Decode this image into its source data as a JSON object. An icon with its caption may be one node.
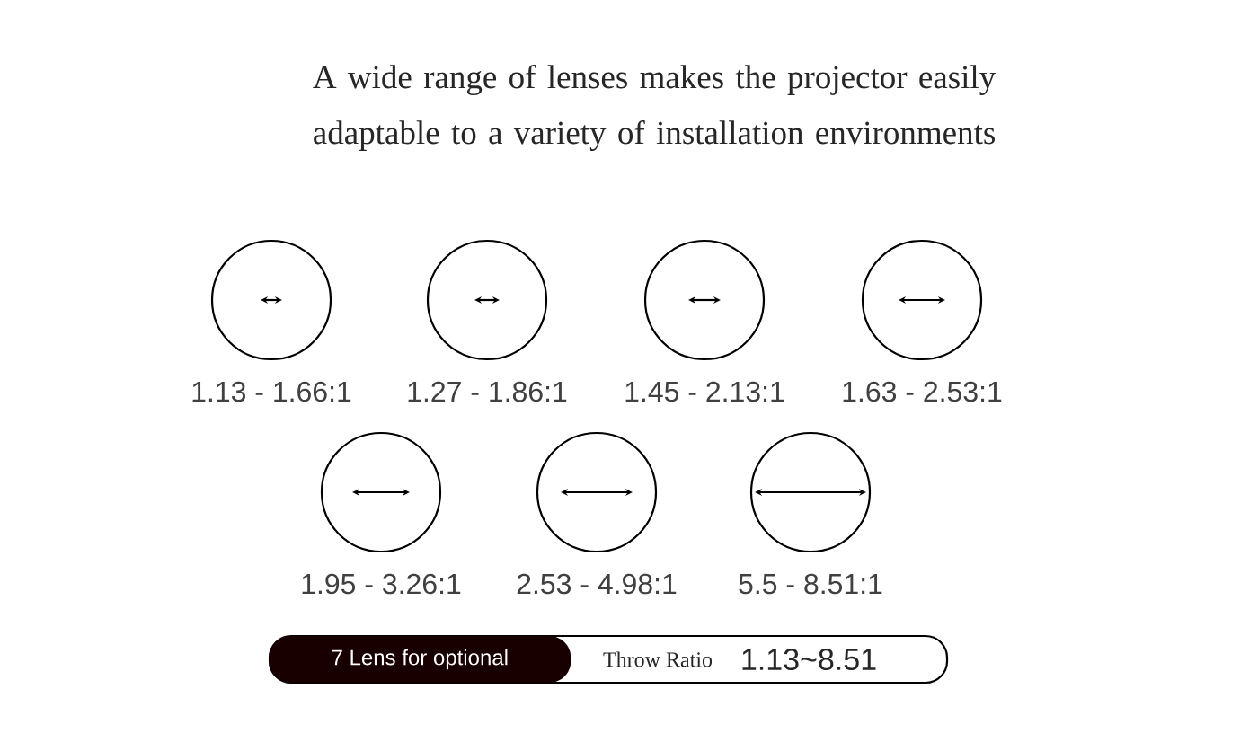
{
  "diagram": {
    "title": "A wide range of lenses makes the projector easily adaptable to a variety of installation environments",
    "nodes": [
      {
        "text": [],
        "shape": "circle",
        "beside": [
          "1.13 - 1.66:1"
        ]
      },
      {
        "text": [],
        "shape": "circle",
        "beside": [
          "1.27 - 1.86:1"
        ]
      },
      {
        "text": [],
        "shape": "circle",
        "beside": [
          "1.45 - 2.13:1"
        ]
      },
      {
        "text": [],
        "shape": "circle",
        "beside": [
          "1.63 - 2.53:1"
        ]
      },
      {
        "text": [],
        "shape": "circle",
        "beside": [
          "1.95 - 3.26:1"
        ]
      },
      {
        "text": [],
        "shape": "circle",
        "beside": [
          "2.53 - 4.98:1"
        ]
      },
      {
        "text": [],
        "shape": "circle",
        "beside": [
          "5.5 - 8.51:1"
        ]
      },
      {
        "text": [
          "Throw Ratio",
          "1.13~8.51"
        ]
      },
      {
        "text": [
          "7 Lens for optional"
        ],
        "in": 7
      }
    ],
    "edges": []
  }
}
